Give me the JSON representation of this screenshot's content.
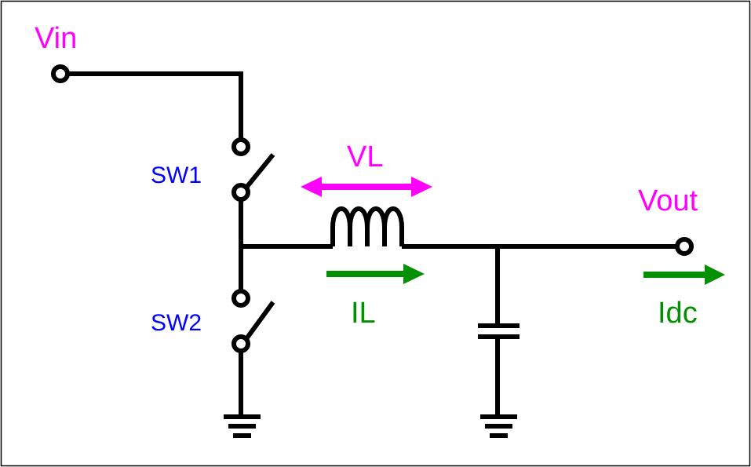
{
  "labels": {
    "vin": "Vin",
    "vout": "Vout",
    "vl": "VL",
    "il": "IL",
    "idc": "Idc",
    "sw1": "SW1",
    "sw2": "SW2"
  },
  "colors": {
    "voltage": "#ff00ff",
    "current": "#009000",
    "switch": "#0000ff",
    "wire": "#000000"
  }
}
